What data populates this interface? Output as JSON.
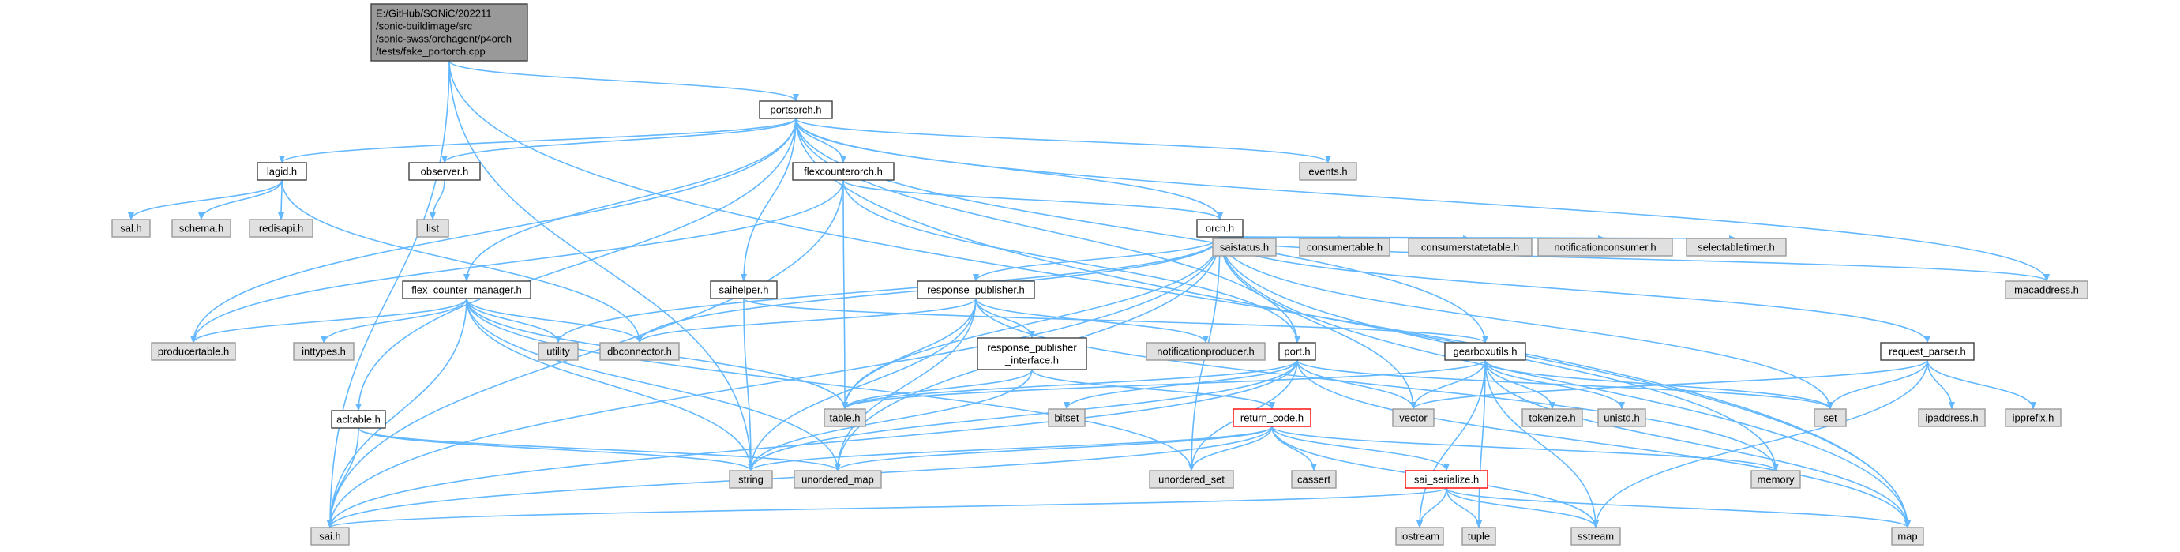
{
  "colors": {
    "root_fill": "#999999",
    "plain_fill": "#ffffff",
    "system_fill": "#e0e0e0",
    "border": "#404040",
    "system_border": "#999999",
    "error_border": "#ff0000",
    "edge": "#63b8ff",
    "text": "#000000"
  },
  "nodes": [
    {
      "id": "root",
      "style": "root",
      "lines": [
        "E:/GitHub/SONiC/202211",
        "/sonic-buildimage/src",
        "/sonic-swss/orchagent/p4orch",
        "/tests/fake_portorch.cpp"
      ]
    },
    {
      "id": "portsorch_h",
      "style": "plain",
      "lines": [
        "portsorch.h"
      ]
    },
    {
      "id": "lagid_h",
      "style": "plain",
      "lines": [
        "lagid.h"
      ]
    },
    {
      "id": "observer_h",
      "style": "plain",
      "lines": [
        "observer.h"
      ]
    },
    {
      "id": "flexcounterorch_h",
      "style": "plain",
      "lines": [
        "flexcounterorch.h"
      ]
    },
    {
      "id": "events_h",
      "style": "system",
      "lines": [
        "events.h"
      ]
    },
    {
      "id": "sal_h",
      "style": "system",
      "lines": [
        "sal.h"
      ]
    },
    {
      "id": "schema_h",
      "style": "system",
      "lines": [
        "schema.h"
      ]
    },
    {
      "id": "redisapi_h",
      "style": "system",
      "lines": [
        "redisapi.h"
      ]
    },
    {
      "id": "list",
      "style": "system",
      "lines": [
        "list"
      ]
    },
    {
      "id": "orch_h",
      "style": "plain",
      "lines": [
        "orch.h"
      ]
    },
    {
      "id": "flex_counter_manager_h",
      "style": "plain",
      "lines": [
        "flex_counter_manager.h"
      ]
    },
    {
      "id": "saihelper_h",
      "style": "plain",
      "lines": [
        "saihelper.h"
      ]
    },
    {
      "id": "response_publisher_h",
      "style": "plain",
      "lines": [
        "response_publisher.h"
      ]
    },
    {
      "id": "saistatus_h",
      "style": "system",
      "lines": [
        "saistatus.h"
      ]
    },
    {
      "id": "consumertable_h",
      "style": "system",
      "lines": [
        "consumertable.h"
      ]
    },
    {
      "id": "consumerstatetable_h",
      "style": "system",
      "lines": [
        "consumerstatetable.h"
      ]
    },
    {
      "id": "notificationconsumer_h",
      "style": "system",
      "lines": [
        "notificationconsumer.h"
      ]
    },
    {
      "id": "selectabletimer_h",
      "style": "system",
      "lines": [
        "selectabletimer.h"
      ]
    },
    {
      "id": "macaddress_h",
      "style": "system",
      "lines": [
        "macaddress.h"
      ]
    },
    {
      "id": "producertable_h",
      "style": "system",
      "lines": [
        "producertable.h"
      ]
    },
    {
      "id": "inttypes_h",
      "style": "system",
      "lines": [
        "inttypes.h"
      ]
    },
    {
      "id": "utility",
      "style": "system",
      "lines": [
        "utility"
      ]
    },
    {
      "id": "dbconnector_h",
      "style": "system",
      "lines": [
        "dbconnector.h"
      ]
    },
    {
      "id": "response_publisher_interface_h",
      "style": "plain",
      "lines": [
        "response_publisher",
        "_interface.h"
      ]
    },
    {
      "id": "notificationproducer_h",
      "style": "system",
      "lines": [
        "notificationproducer.h"
      ]
    },
    {
      "id": "port_h",
      "style": "plain",
      "lines": [
        "port.h"
      ]
    },
    {
      "id": "gearboxutils_h",
      "style": "plain",
      "lines": [
        "gearboxutils.h"
      ]
    },
    {
      "id": "request_parser_h",
      "style": "plain",
      "lines": [
        "request_parser.h"
      ]
    },
    {
      "id": "acltable_h",
      "style": "plain",
      "lines": [
        "acltable.h"
      ]
    },
    {
      "id": "table_h",
      "style": "system",
      "lines": [
        "table.h"
      ]
    },
    {
      "id": "bitset",
      "style": "system",
      "lines": [
        "bitset"
      ]
    },
    {
      "id": "vector",
      "style": "system",
      "lines": [
        "vector"
      ]
    },
    {
      "id": "tokenize_h",
      "style": "system",
      "lines": [
        "tokenize.h"
      ]
    },
    {
      "id": "unistd_h",
      "style": "system",
      "lines": [
        "unistd.h"
      ]
    },
    {
      "id": "set",
      "style": "system",
      "lines": [
        "set"
      ]
    },
    {
      "id": "ipaddress_h",
      "style": "system",
      "lines": [
        "ipaddress.h"
      ]
    },
    {
      "id": "ipprefix_h",
      "style": "system",
      "lines": [
        "ipprefix.h"
      ]
    },
    {
      "id": "return_code_h",
      "style": "error",
      "lines": [
        "return_code.h"
      ]
    },
    {
      "id": "string",
      "style": "system",
      "lines": [
        "string"
      ]
    },
    {
      "id": "unordered_map",
      "style": "system",
      "lines": [
        "unordered_map"
      ]
    },
    {
      "id": "unordered_set",
      "style": "system",
      "lines": [
        "unordered_set"
      ]
    },
    {
      "id": "cassert",
      "style": "system",
      "lines": [
        "cassert"
      ]
    },
    {
      "id": "memory",
      "style": "system",
      "lines": [
        "memory"
      ]
    },
    {
      "id": "sai_serialize_h",
      "style": "error",
      "lines": [
        "sai_serialize.h"
      ]
    },
    {
      "id": "sai_h",
      "style": "system",
      "lines": [
        "sai.h"
      ]
    },
    {
      "id": "iostream",
      "style": "system",
      "lines": [
        "iostream"
      ]
    },
    {
      "id": "tuple",
      "style": "system",
      "lines": [
        "tuple"
      ]
    },
    {
      "id": "sstream",
      "style": "system",
      "lines": [
        "sstream"
      ]
    },
    {
      "id": "map",
      "style": "system",
      "lines": [
        "map"
      ]
    }
  ],
  "edges": [
    [
      "root",
      "portsorch_h"
    ],
    [
      "root",
      "string"
    ],
    [
      "root",
      "sai_h"
    ],
    [
      "root",
      "map"
    ],
    [
      "portsorch_h",
      "lagid_h"
    ],
    [
      "portsorch_h",
      "observer_h"
    ],
    [
      "portsorch_h",
      "flexcounterorch_h"
    ],
    [
      "portsorch_h",
      "events_h"
    ],
    [
      "portsorch_h",
      "orch_h"
    ],
    [
      "portsorch_h",
      "flex_counter_manager_h"
    ],
    [
      "portsorch_h",
      "saihelper_h"
    ],
    [
      "portsorch_h",
      "macaddress_h"
    ],
    [
      "portsorch_h",
      "producertable_h"
    ],
    [
      "portsorch_h",
      "port_h"
    ],
    [
      "portsorch_h",
      "gearboxutils_h"
    ],
    [
      "portsorch_h",
      "acltable_h"
    ],
    [
      "portsorch_h",
      "map"
    ],
    [
      "lagid_h",
      "sal_h"
    ],
    [
      "lagid_h",
      "schema_h"
    ],
    [
      "lagid_h",
      "redisapi_h"
    ],
    [
      "lagid_h",
      "dbconnector_h"
    ],
    [
      "observer_h",
      "list"
    ],
    [
      "flexcounterorch_h",
      "orch_h"
    ],
    [
      "flexcounterorch_h",
      "table_h"
    ],
    [
      "flexcounterorch_h",
      "producertable_h"
    ],
    [
      "flexcounterorch_h",
      "port_h"
    ],
    [
      "flexcounterorch_h",
      "sai_h"
    ],
    [
      "orch_h",
      "saistatus_h"
    ],
    [
      "orch_h",
      "consumertable_h"
    ],
    [
      "orch_h",
      "consumerstatetable_h"
    ],
    [
      "orch_h",
      "notificationconsumer_h"
    ],
    [
      "orch_h",
      "selectabletimer_h"
    ],
    [
      "orch_h",
      "macaddress_h"
    ],
    [
      "orch_h",
      "response_publisher_h"
    ],
    [
      "orch_h",
      "request_parser_h"
    ],
    [
      "orch_h",
      "dbconnector_h"
    ],
    [
      "orch_h",
      "table_h"
    ],
    [
      "orch_h",
      "utility"
    ],
    [
      "orch_h",
      "set"
    ],
    [
      "orch_h",
      "memory"
    ],
    [
      "orch_h",
      "map"
    ],
    [
      "orch_h",
      "unordered_map"
    ],
    [
      "orch_h",
      "unordered_set"
    ],
    [
      "orch_h",
      "vector"
    ],
    [
      "orch_h",
      "sai_h"
    ],
    [
      "flex_counter_manager_h",
      "producertable_h"
    ],
    [
      "flex_counter_manager_h",
      "inttypes_h"
    ],
    [
      "flex_counter_manager_h",
      "utility"
    ],
    [
      "flex_counter_manager_h",
      "dbconnector_h"
    ],
    [
      "flex_counter_manager_h",
      "table_h"
    ],
    [
      "flex_counter_manager_h",
      "string"
    ],
    [
      "flex_counter_manager_h",
      "unordered_map"
    ],
    [
      "flex_counter_manager_h",
      "unordered_set"
    ],
    [
      "flex_counter_manager_h",
      "sai_h"
    ],
    [
      "saihelper_h",
      "gearboxutils_h"
    ],
    [
      "saihelper_h",
      "string"
    ],
    [
      "response_publisher_h",
      "dbconnector_h"
    ],
    [
      "response_publisher_h",
      "notificationproducer_h"
    ],
    [
      "response_publisher_h",
      "response_publisher_interface_h"
    ],
    [
      "response_publisher_h",
      "table_h"
    ],
    [
      "response_publisher_h",
      "string"
    ],
    [
      "response_publisher_h",
      "unordered_map"
    ],
    [
      "response_publisher_h",
      "memory"
    ],
    [
      "response_publisher_interface_h",
      "return_code_h"
    ],
    [
      "response_publisher_interface_h",
      "table_h"
    ],
    [
      "response_publisher_interface_h",
      "string"
    ],
    [
      "port_h",
      "table_h"
    ],
    [
      "port_h",
      "bitset"
    ],
    [
      "port_h",
      "vector"
    ],
    [
      "port_h",
      "set"
    ],
    [
      "port_h",
      "string"
    ],
    [
      "port_h",
      "unordered_set"
    ],
    [
      "port_h",
      "map"
    ],
    [
      "port_h",
      "sai_h"
    ],
    [
      "gearboxutils_h",
      "table_h"
    ],
    [
      "gearboxutils_h",
      "vector"
    ],
    [
      "gearboxutils_h",
      "tokenize_h"
    ],
    [
      "gearboxutils_h",
      "unistd_h"
    ],
    [
      "gearboxutils_h",
      "set"
    ],
    [
      "gearboxutils_h",
      "tuple"
    ],
    [
      "gearboxutils_h",
      "iostream"
    ],
    [
      "gearboxutils_h",
      "sstream"
    ],
    [
      "gearboxutils_h",
      "map"
    ],
    [
      "request_parser_h",
      "ipaddress_h"
    ],
    [
      "request_parser_h",
      "ipprefix_h"
    ],
    [
      "request_parser_h",
      "set"
    ],
    [
      "request_parser_h",
      "vector"
    ],
    [
      "request_parser_h",
      "sstream"
    ],
    [
      "return_code_h",
      "string"
    ],
    [
      "return_code_h",
      "unordered_map"
    ],
    [
      "return_code_h",
      "unordered_set"
    ],
    [
      "return_code_h",
      "cassert"
    ],
    [
      "return_code_h",
      "memory"
    ],
    [
      "return_code_h",
      "sai_serialize_h"
    ],
    [
      "return_code_h",
      "sstream"
    ],
    [
      "return_code_h",
      "sai_h"
    ],
    [
      "sai_serialize_h",
      "sai_h"
    ],
    [
      "sai_serialize_h",
      "iostream"
    ],
    [
      "sai_serialize_h",
      "tuple"
    ],
    [
      "sai_serialize_h",
      "sstream"
    ],
    [
      "sai_serialize_h",
      "map"
    ],
    [
      "acltable_h",
      "string"
    ],
    [
      "acltable_h",
      "unordered_map"
    ],
    [
      "acltable_h",
      "sai_h"
    ]
  ]
}
